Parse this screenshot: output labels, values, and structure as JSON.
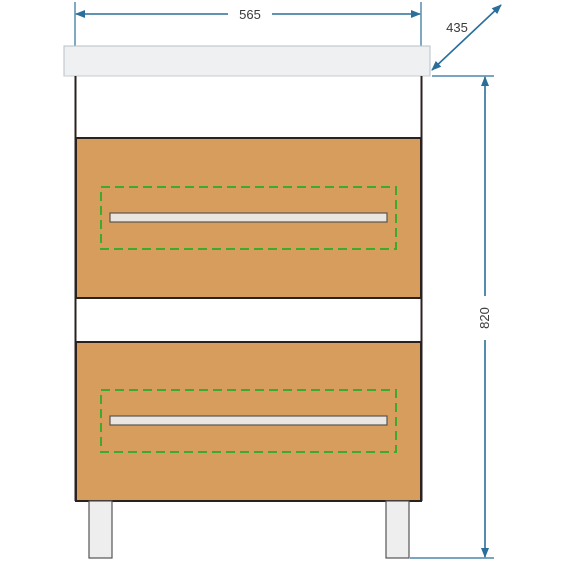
{
  "dimensions": {
    "width": "565",
    "depth": "435",
    "height": "820"
  },
  "colors": {
    "dimension_line": "#2a6f9a",
    "drawer_front": "#d79d5c",
    "frame": "#2b2220",
    "countertop_fill": "#eef0f2",
    "countertop_edge": "#b8c0c8",
    "handle_outline": "#3cab2d",
    "handle_bar_fill": "#e9e6e1",
    "leg_fill": "#eeeeee",
    "text": "#3a3a3a"
  },
  "drawers": [
    {
      "name": "upper-drawer"
    },
    {
      "name": "lower-drawer"
    }
  ]
}
